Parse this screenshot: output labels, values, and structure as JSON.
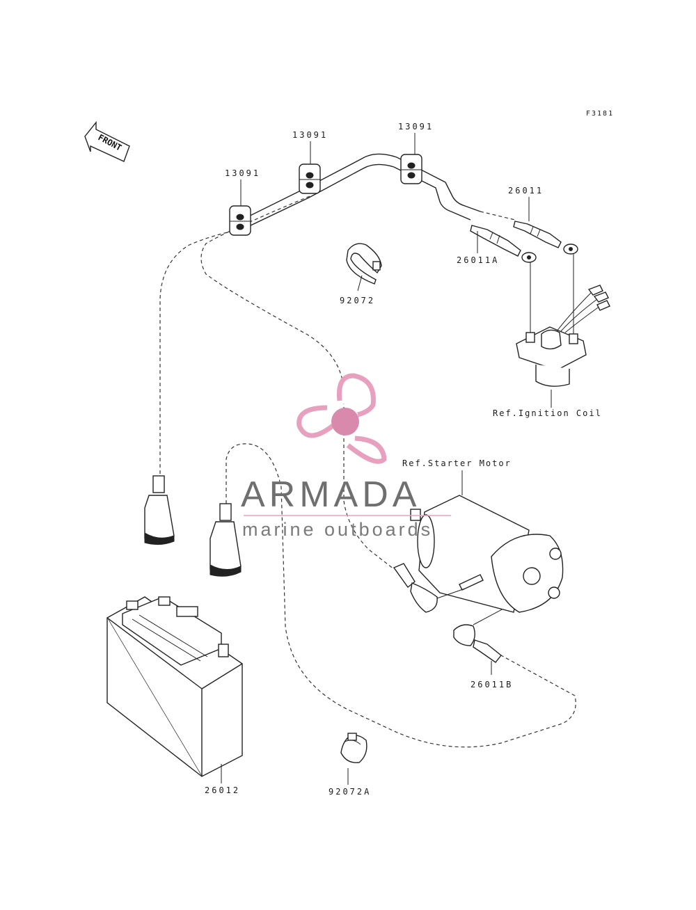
{
  "figure_code": "F3181",
  "direction_label": "FRONT",
  "parts": {
    "clamp_1": "13091",
    "clamp_2": "13091",
    "clamp_3": "13091",
    "cable_26011": "26011",
    "cable_26011a": "26011A",
    "band_92072": "92072",
    "cable_26011b": "26011B",
    "battery": "26012",
    "band_92072a": "92072A"
  },
  "references": {
    "ignition_coil": "Ref.Ignition Coil",
    "starter_motor": "Ref.Starter Motor"
  },
  "watermark": {
    "brand": "ARMADA",
    "tagline": "marine outboards",
    "color_primary": "#e8a0bf",
    "color_dark": "#d889ac",
    "text_color": "#6f6f6f"
  }
}
